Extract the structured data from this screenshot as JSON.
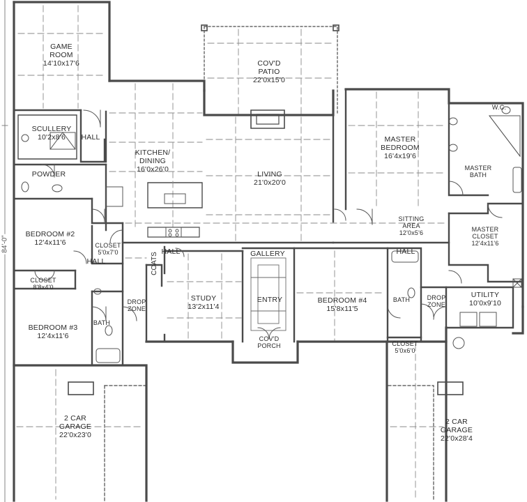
{
  "rooms": [
    {
      "key": "game_room",
      "name": "GAME\nROOM",
      "dims": "14'10x17'6"
    },
    {
      "key": "scullery",
      "name": "SCULLERY",
      "dims": "10'2x8'6"
    },
    {
      "key": "hall_nw",
      "name": "HALL",
      "dims": ""
    },
    {
      "key": "powder",
      "name": "POWDER",
      "dims": ""
    },
    {
      "key": "kitchen",
      "name": "KITCHEN/\nDINING",
      "dims": "16'0x26'0"
    },
    {
      "key": "patio",
      "name": "COV'D\nPATIO",
      "dims": "22'0x15'0"
    },
    {
      "key": "living",
      "name": "LIVING",
      "dims": "21'0x20'0"
    },
    {
      "key": "master_bed",
      "name": "MASTER\nBEDROOM",
      "dims": "16'4x19'6"
    },
    {
      "key": "wc",
      "name": "W.C.",
      "dims": ""
    },
    {
      "key": "master_bath",
      "name": "MASTER\nBATH",
      "dims": ""
    },
    {
      "key": "sitting",
      "name": "SITTING\nAREA",
      "dims": "12'0x5'6"
    },
    {
      "key": "master_closet",
      "name": "MASTER\nCLOSET",
      "dims": "12'4x11'6"
    },
    {
      "key": "bedroom2",
      "name": "BEDROOM #2",
      "dims": "12'4x11'6"
    },
    {
      "key": "closet_b2",
      "name": "CLOSET",
      "dims": "5'0x7'0"
    },
    {
      "key": "hall_w",
      "name": "HALL",
      "dims": ""
    },
    {
      "key": "gallery",
      "name": "GALLERY",
      "dims": ""
    },
    {
      "key": "hall_e",
      "name": "HALL",
      "dims": ""
    },
    {
      "key": "hall_sw",
      "name": "HALL",
      "dims": ""
    },
    {
      "key": "closet_b3",
      "name": "CLOSET",
      "dims": "8'8x4'0"
    },
    {
      "key": "bedroom3",
      "name": "BEDROOM #3",
      "dims": "12'4x11'6"
    },
    {
      "key": "bath_w",
      "name": "BATH",
      "dims": ""
    },
    {
      "key": "drop_w",
      "name": "DROP\nZONE",
      "dims": ""
    },
    {
      "key": "study",
      "name": "STUDY",
      "dims": "13'2x11'4"
    },
    {
      "key": "entry",
      "name": "ENTRY",
      "dims": ""
    },
    {
      "key": "porch",
      "name": "COV'D\nPORCH",
      "dims": ""
    },
    {
      "key": "bedroom4",
      "name": "BEDROOM #4",
      "dims": "15'8x11'5"
    },
    {
      "key": "bath_e",
      "name": "BATH",
      "dims": ""
    },
    {
      "key": "closet_b4",
      "name": "CLOSET",
      "dims": "5'0x6'0"
    },
    {
      "key": "drop_e",
      "name": "DROP\nZONE",
      "dims": ""
    },
    {
      "key": "utility",
      "name": "UTILITY",
      "dims": "10'0x9'10"
    },
    {
      "key": "garage_w",
      "name": "2 CAR\nGARAGE",
      "dims": "22'0x23'0"
    },
    {
      "key": "garage_e",
      "name": "2 CAR\nGARAGE",
      "dims": "22'0x28'4"
    }
  ],
  "coats_label": "COATS",
  "overall_dimension": "84'-0\""
}
